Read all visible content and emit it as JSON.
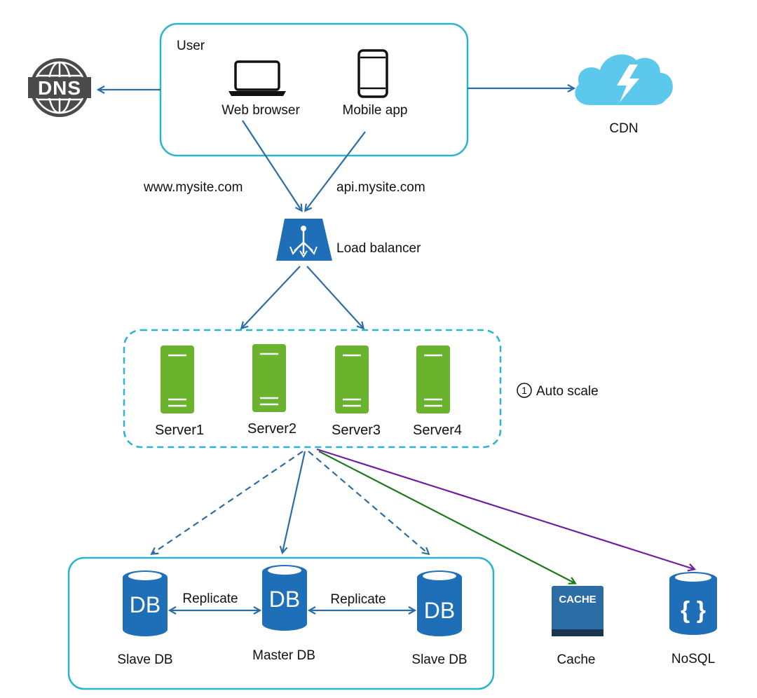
{
  "user_group": {
    "title": "User",
    "web_browser": "Web browser",
    "mobile_app": "Mobile app"
  },
  "dns": {
    "icon_text": "DNS",
    "icon": "globe-icon"
  },
  "cdn": {
    "label": "CDN",
    "icon": "cloud-lightning-icon"
  },
  "domains": {
    "web": "www.mysite.com",
    "api": "api.mysite.com"
  },
  "load_balancer": {
    "label": "Load balancer",
    "icon": "load-balancer-icon"
  },
  "servers": {
    "items": [
      "Server1",
      "Server2",
      "Server3",
      "Server4"
    ],
    "auto_scale_number": "1",
    "auto_scale_label": "Auto scale"
  },
  "databases": {
    "slave_left": "Slave DB",
    "master": "Master DB",
    "slave_right": "Slave DB",
    "db_icon_text": "DB",
    "replicate_left": "Replicate",
    "replicate_right": "Replicate"
  },
  "cache": {
    "label": "Cache",
    "icon_text": "CACHE"
  },
  "nosql": {
    "label": "NoSQL",
    "icon_text": "{ }"
  },
  "colors": {
    "box_border": "#2bb3cf",
    "arrow_blue": "#2c6da5",
    "server_green": "#6ab42d",
    "db_blue": "#1e6fb8",
    "cloud_blue": "#5bc8ec",
    "cache_green_arrow": "#1c7a1c",
    "nosql_purple_arrow": "#6e1fa0",
    "dns_gray": "#4a4a4a"
  }
}
